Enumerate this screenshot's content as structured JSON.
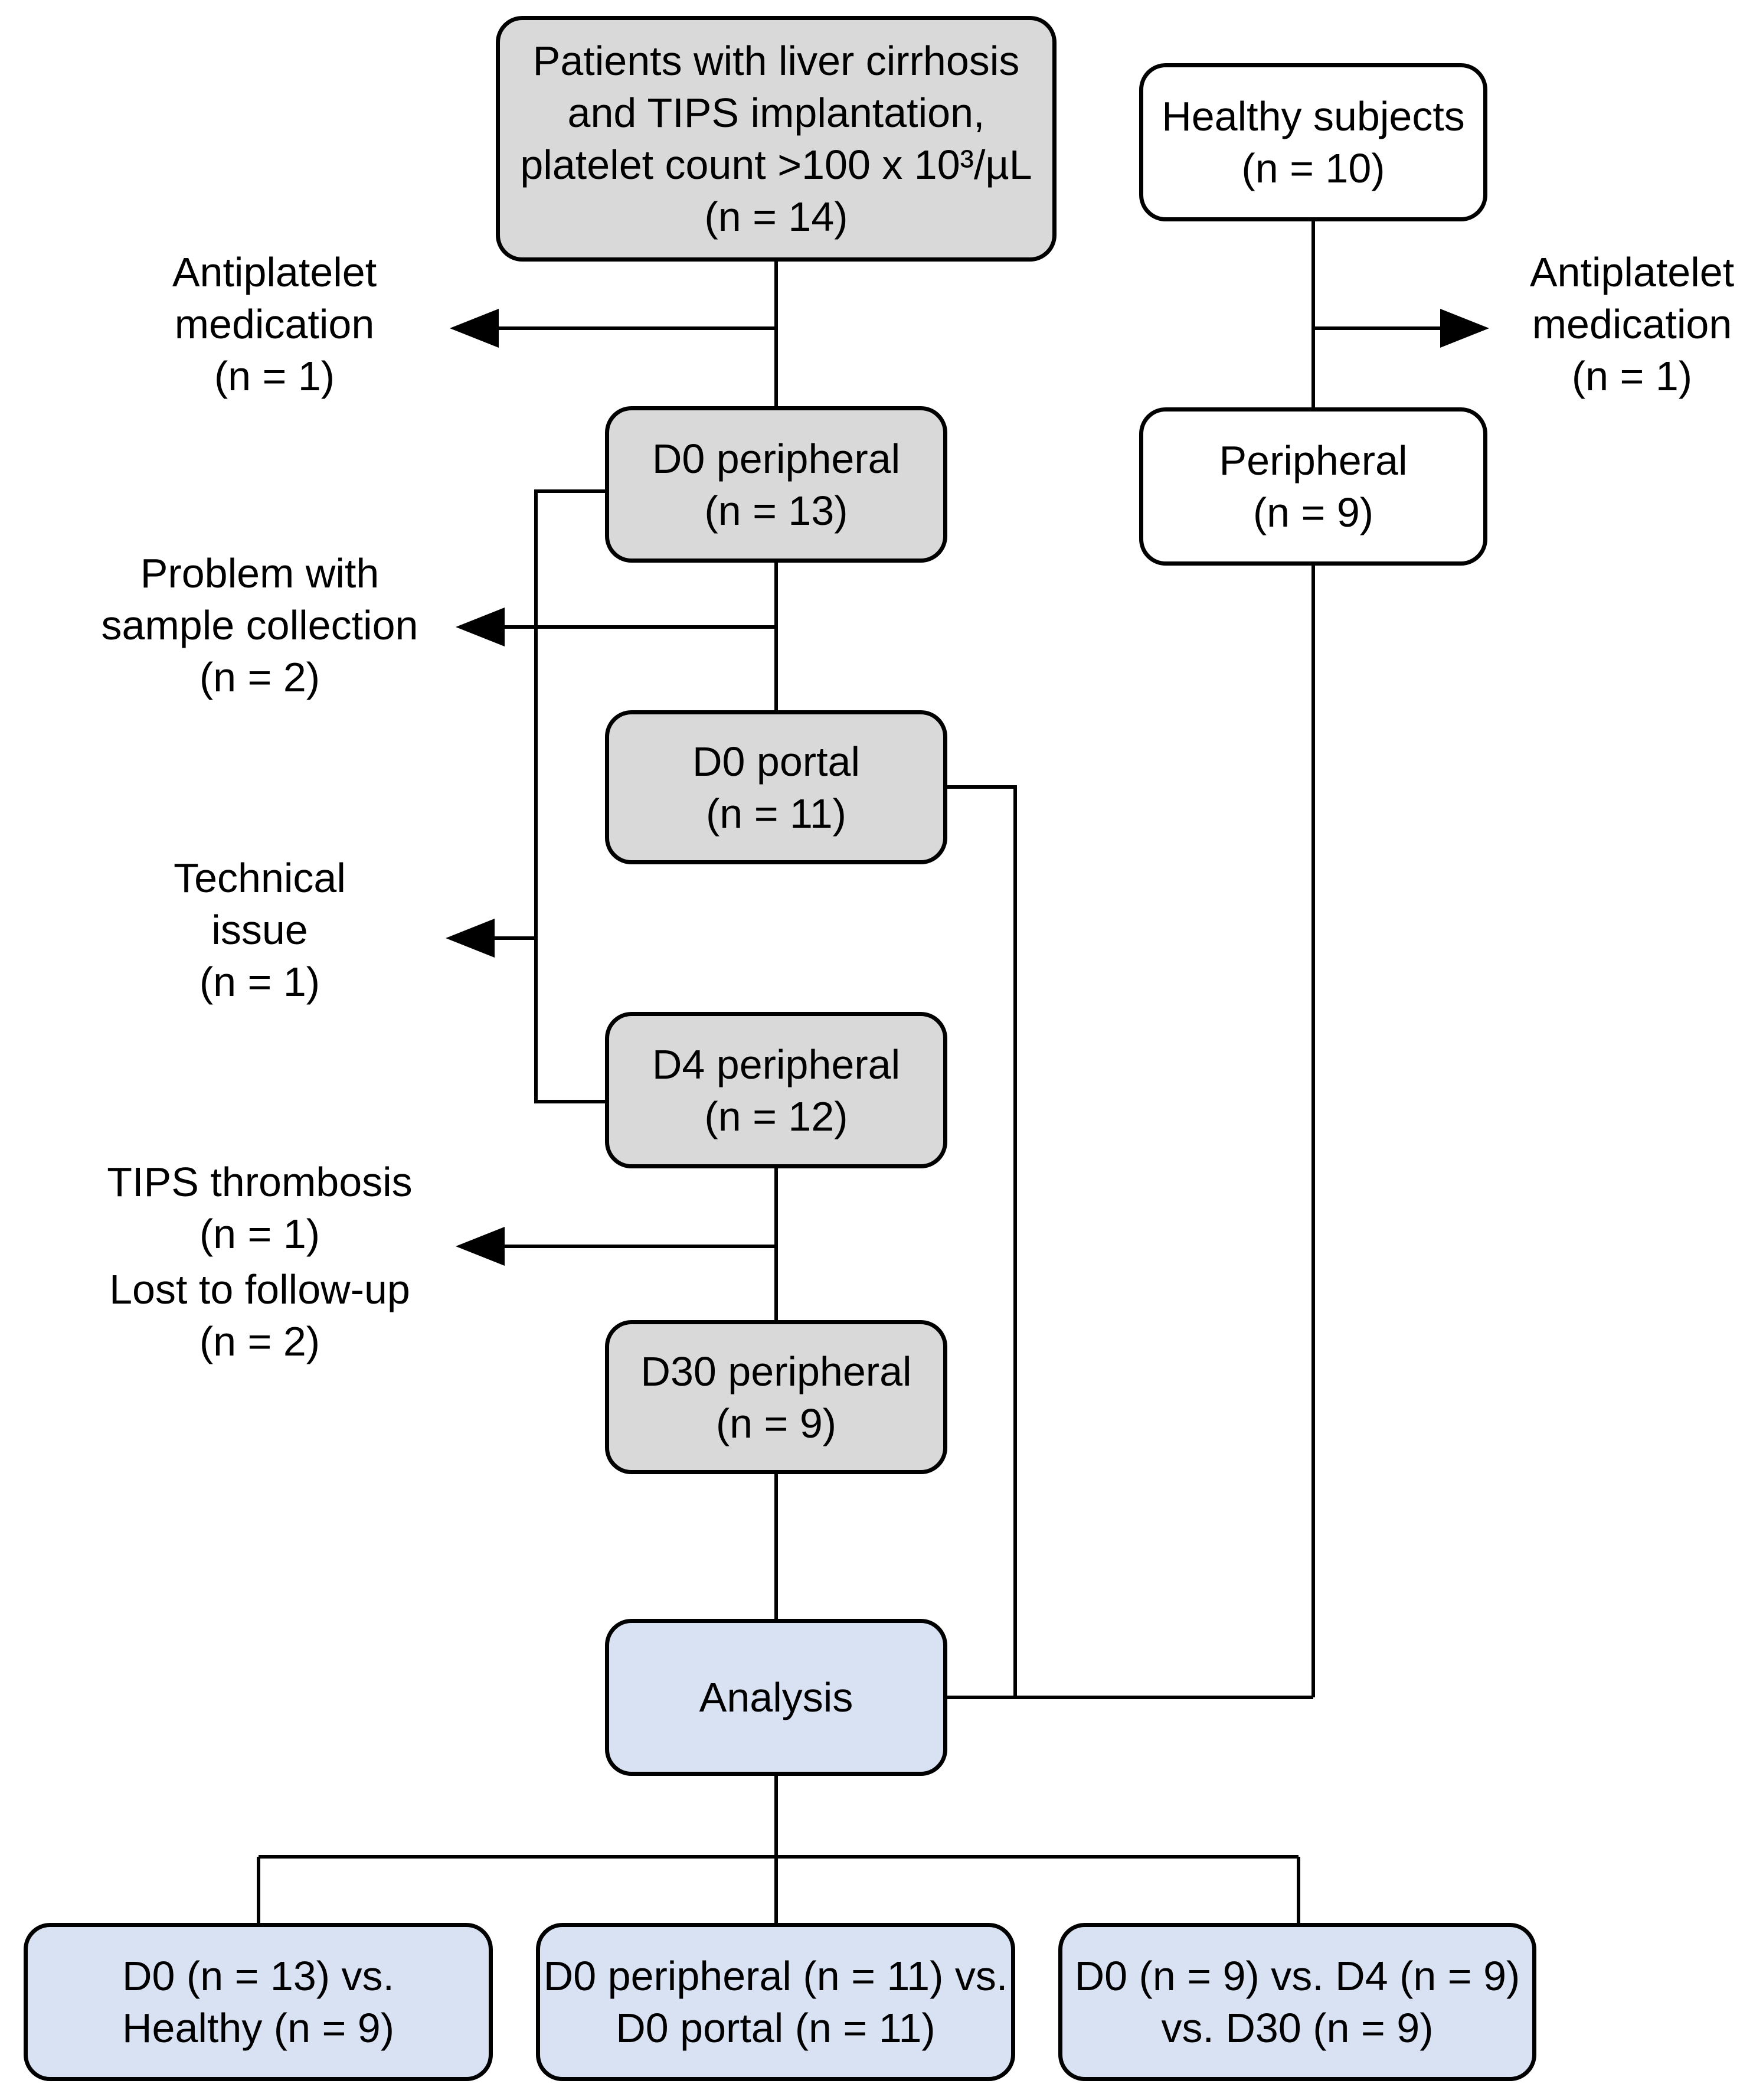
{
  "colors": {
    "patient_box_fill": "#d9d9d9",
    "healthy_box_fill": "#ffffff",
    "analysis_box_fill": "#d9e2f3",
    "line_color": "#000000",
    "text_color": "#000000",
    "background": "#ffffff"
  },
  "icons": {
    "exclusion_arrow_left": "black-left-triangle",
    "exclusion_arrow_right": "black-right-triangle"
  },
  "nodes": {
    "patients": {
      "lines": [
        "Patients with liver cirrhosis",
        "and TIPS implantation,",
        "platelet count >100 x 10³/µL",
        "(n = 14)"
      ]
    },
    "healthy": {
      "lines": [
        "Healthy subjects",
        "(n = 10)"
      ]
    },
    "d0_peripheral": {
      "lines": [
        "D0 peripheral",
        "(n = 13)"
      ]
    },
    "peripheral_healthy": {
      "lines": [
        "Peripheral",
        "(n = 9)"
      ]
    },
    "d0_portal": {
      "lines": [
        "D0 portal",
        "(n = 11)"
      ]
    },
    "d4_peripheral": {
      "lines": [
        "D4 peripheral",
        "(n = 12)"
      ]
    },
    "d30_peripheral": {
      "lines": [
        "D30 peripheral",
        "(n = 9)"
      ]
    },
    "analysis": {
      "lines": [
        "Analysis"
      ]
    },
    "comparison_healthy": {
      "lines": [
        "D0 (n = 13) vs.",
        "Healthy (n = 9)"
      ]
    },
    "comparison_portal": {
      "lines": [
        "D0 peripheral (n = 11) vs.",
        "D0 portal (n = 11)"
      ]
    },
    "comparison_timepoints": {
      "lines": [
        "D0 (n = 9) vs. D4 (n = 9)",
        "vs. D30 (n = 9)"
      ]
    }
  },
  "exclusions": {
    "antiplatelet_left": {
      "lines": [
        "Antiplatelet",
        "medication",
        "(n = 1)"
      ]
    },
    "antiplatelet_right": {
      "lines": [
        "Antiplatelet",
        "medication",
        "(n = 1)"
      ]
    },
    "sample_collection": {
      "lines": [
        "Problem with",
        "sample collection",
        "(n = 2)"
      ]
    },
    "technical_issue": {
      "lines": [
        "Technical",
        "issue",
        "(n = 1)"
      ]
    },
    "tips_thrombosis": {
      "lines": [
        "TIPS thrombosis",
        "(n = 1)"
      ]
    },
    "lost_followup": {
      "lines": [
        "Lost to follow-up",
        "(n = 2)"
      ]
    }
  }
}
